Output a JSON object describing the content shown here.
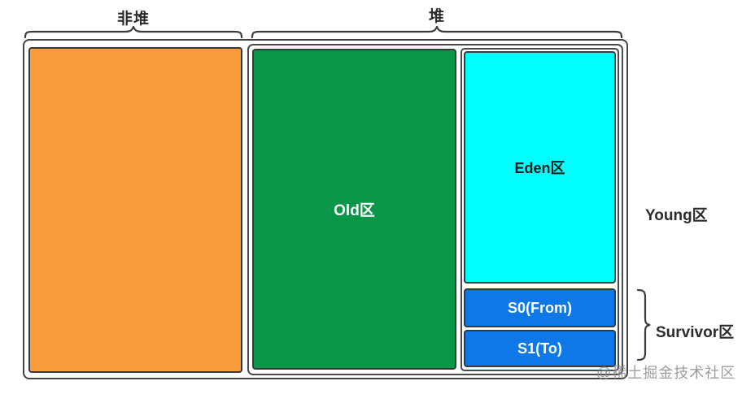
{
  "diagram": {
    "type": "jvm-memory-layout",
    "top_labels": {
      "nonheap": "非堆",
      "heap": "堆"
    },
    "regions": {
      "nonheap": {
        "label": "",
        "color": "#F99C3C"
      },
      "old": {
        "label": "Old区",
        "color": "#0A9649",
        "text_color": "#ffffff"
      },
      "eden": {
        "label": "Eden区",
        "color": "#00FEFE",
        "text_color": "#1c1c1c"
      },
      "s0": {
        "label": "S0(From)",
        "color": "#0E78E8",
        "text_color": "#ffffff"
      },
      "s1": {
        "label": "S1(To)",
        "color": "#0E78E8",
        "text_color": "#ffffff"
      }
    },
    "side_labels": {
      "young": "Young区",
      "survivor": "Survivor区"
    },
    "line_color": "#3C3C3C",
    "watermark": "@稀土掘金技术社区"
  }
}
